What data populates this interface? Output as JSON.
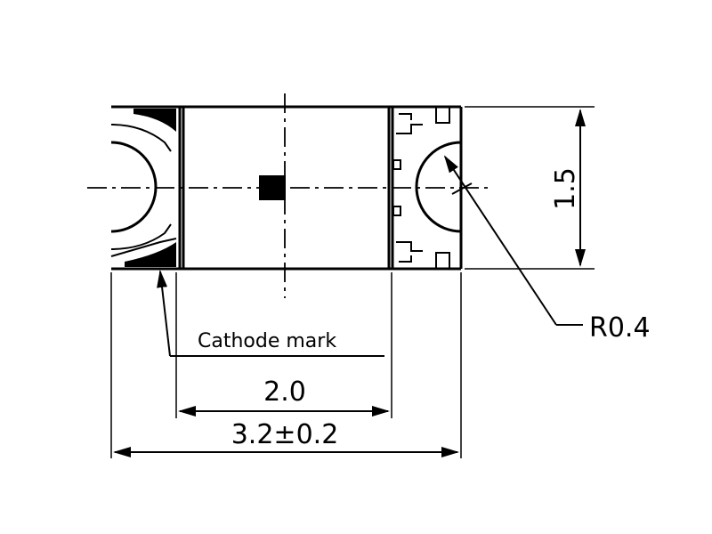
{
  "drawing": {
    "labels": {
      "width_inner": "2.0",
      "width_overall": "3.2±0.2",
      "height": "1.5",
      "radius": "R0.4",
      "cathode_mark": "Cathode mark"
    }
  }
}
